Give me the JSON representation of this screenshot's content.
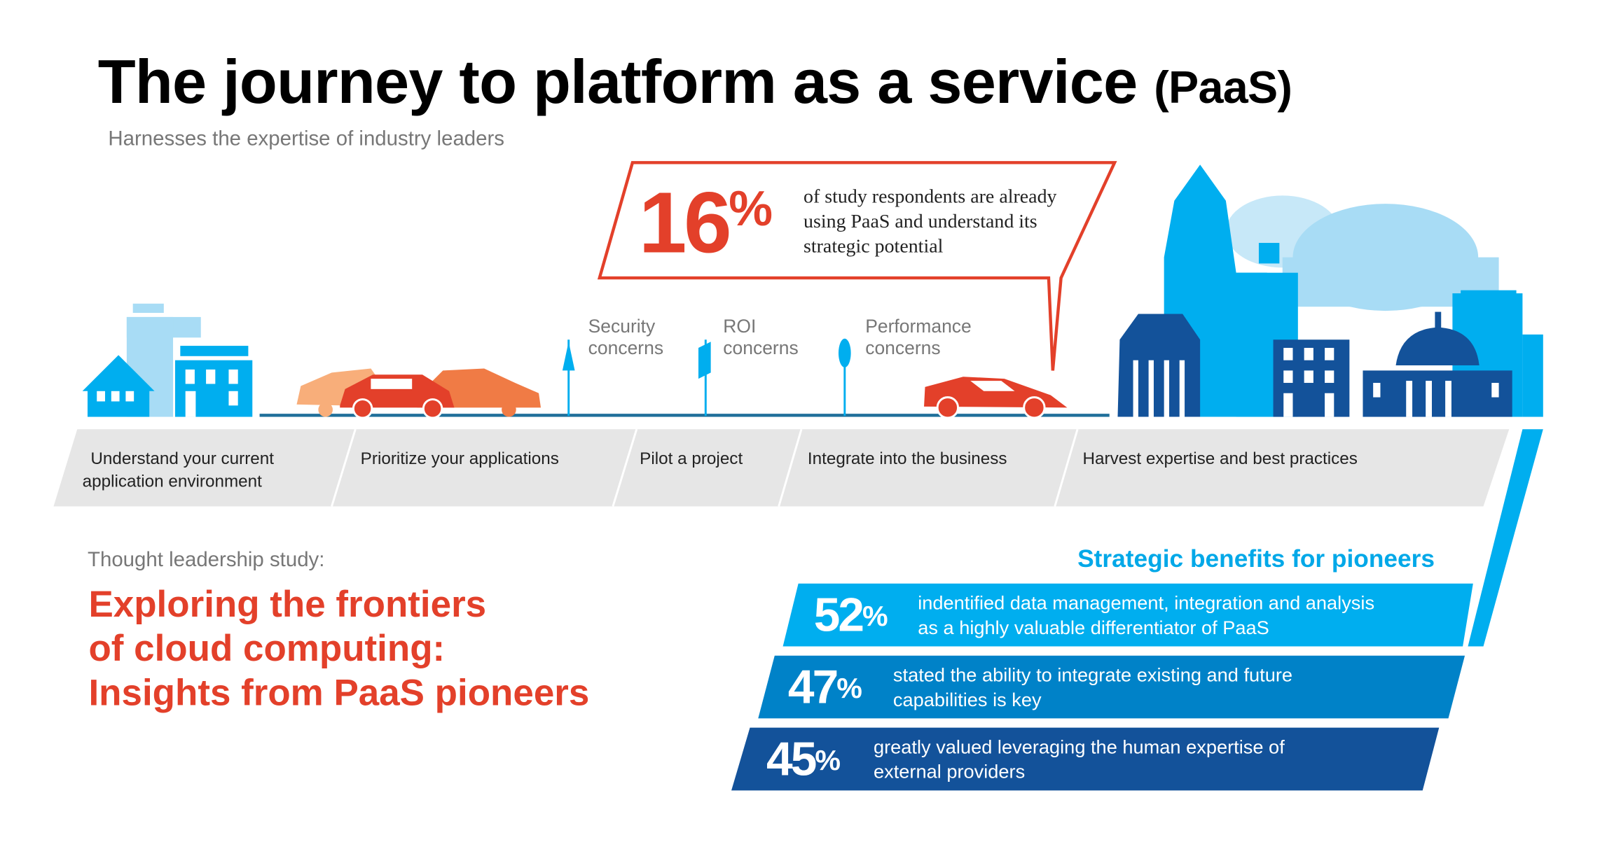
{
  "header": {
    "title": "The journey to platform as a service",
    "title_suffix": "(PaaS)",
    "subtitle": "Harnesses the expertise of industry leaders"
  },
  "callout": {
    "percent": "16",
    "percent_sign": "%",
    "text": "of study respondents are already using PaaS and understand its strategic potential"
  },
  "concerns": [
    {
      "line1": "Security",
      "line2": "concerns"
    },
    {
      "line1": "ROI",
      "line2": "concerns"
    },
    {
      "line1": "Performance",
      "line2": "concerns"
    }
  ],
  "stages": [
    {
      "line1": "Understand your current",
      "line2": "application environment"
    },
    {
      "line1": "Prioritize your applications"
    },
    {
      "line1": "Pilot a project"
    },
    {
      "line1": "Integrate into the business"
    },
    {
      "line1": "Harvest expertise and best practices"
    }
  ],
  "study": {
    "label": "Thought leadership study:",
    "title_lines": [
      "Exploring the frontiers",
      "of cloud computing:",
      "Insights from PaaS pioneers"
    ]
  },
  "benefits": {
    "title": "Strategic benefits for pioneers",
    "items": [
      {
        "percent": "52",
        "sign": "%",
        "line1": "indentified data management, integration and analysis",
        "line2": "as a highly valuable differentiator of PaaS",
        "color": "#00aeef"
      },
      {
        "percent": "47",
        "sign": "%",
        "line1": "stated the ability to integrate existing and future",
        "line2": "capabilities is key",
        "color": "#0082c8"
      },
      {
        "percent": "45",
        "sign": "%",
        "line1": "greatly valued leveraging the human expertise of",
        "line2": "external providers",
        "color": "#13529a"
      }
    ]
  },
  "colors": {
    "accent_red": "#e3402a",
    "light_blue": "#00aeef",
    "pale_blue": "#a8dcf5",
    "dark_blue": "#13529a"
  }
}
